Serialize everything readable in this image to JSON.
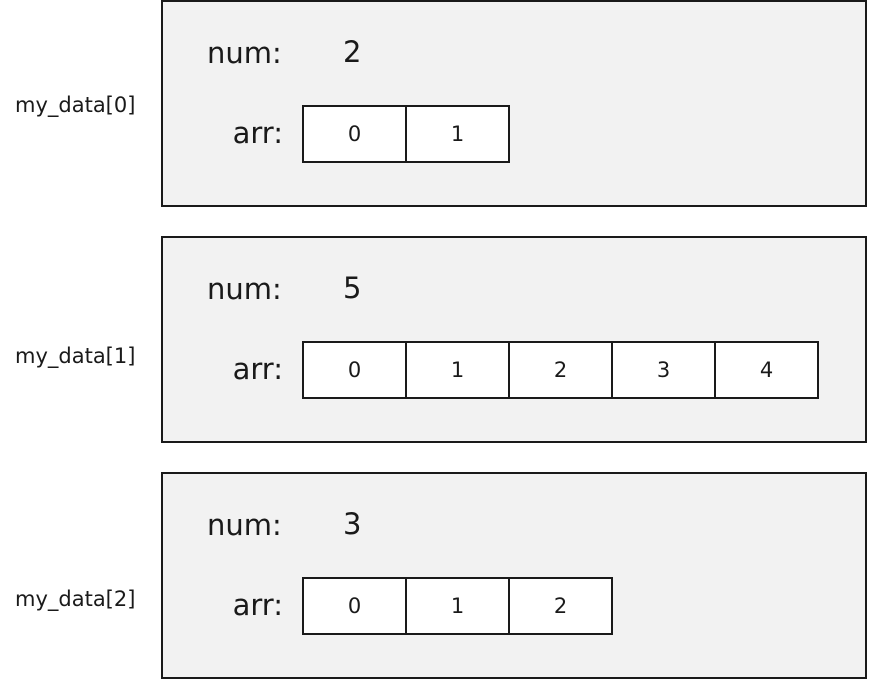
{
  "field_labels": {
    "num": "num:",
    "arr": "arr:"
  },
  "elements": [
    {
      "label": "my_data[0]",
      "num": "2",
      "arr": [
        "0",
        "1"
      ]
    },
    {
      "label": "my_data[1]",
      "num": "5",
      "arr": [
        "0",
        "1",
        "2",
        "3",
        "4"
      ]
    },
    {
      "label": "my_data[2]",
      "num": "3",
      "arr": [
        "0",
        "1",
        "2"
      ]
    }
  ]
}
